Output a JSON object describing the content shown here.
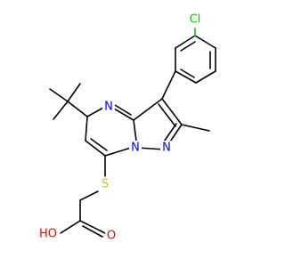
{
  "molecule": {
    "atoms": {
      "Cl": {
        "text": "Cl",
        "color": "#00cc00"
      },
      "N4": {
        "text": "N",
        "color": "#0000ff"
      },
      "N7a": {
        "text": "N",
        "color": "#0000ff"
      },
      "N1": {
        "text": "N",
        "color": "#0000ff"
      },
      "S": {
        "text": "S",
        "color": "#cccc00"
      },
      "OH": {
        "text": "HO",
        "color": "#ff0000"
      },
      "O": {
        "text": "O",
        "color": "#ff0000"
      }
    }
  }
}
